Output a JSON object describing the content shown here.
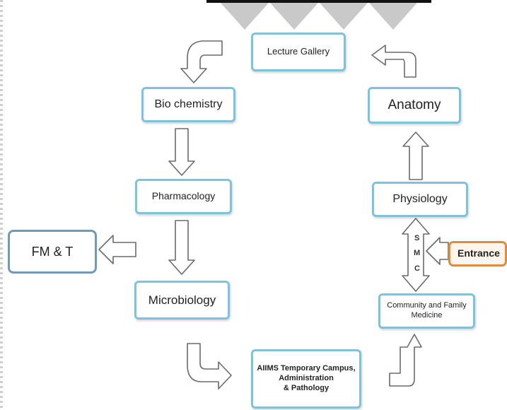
{
  "nodes": {
    "lecture_gallery": "Lecture Gallery",
    "bio_chemistry": "Bio chemistry",
    "pharmacology": "Pharmacology",
    "microbiology": "Microbiology",
    "aiims_campus_lines": [
      "AIIMS Temporary Campus,",
      "Administration",
      "& Pathology"
    ],
    "community_medicine_lines": [
      "Community and Family",
      "Medicine"
    ],
    "physiology": "Physiology",
    "anatomy": "Anatomy",
    "fm_t": "FM & T",
    "entrance": "Entrance"
  },
  "smc_label": [
    "S",
    "M",
    "C"
  ],
  "colors": {
    "box_border": "#7ec3dd",
    "fmt_border": "#6f9ab8",
    "entrance_border": "#e08a3c",
    "entrance_fill": "#fff5ea",
    "arrow_stroke": "#6b6b6b"
  }
}
